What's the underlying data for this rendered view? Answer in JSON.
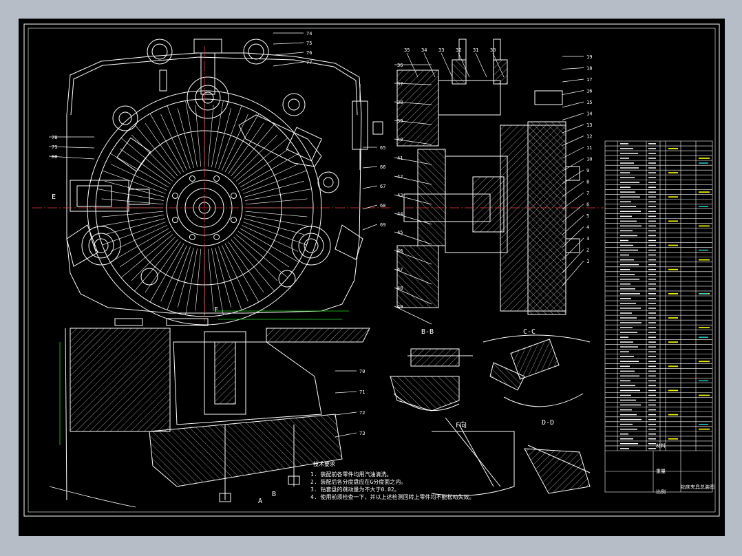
{
  "colors": {
    "frame_outer": "#b6bdc7",
    "sheet": "#000000",
    "line": "#ffffff",
    "center_line": "#f03a3a",
    "dimension": "#22dd22",
    "highlight": "#f0f000",
    "cyan": "#33cccc"
  },
  "views": {
    "section_b": "B-B",
    "section_c": "C-C",
    "section_d": "D-D",
    "view_f": "F向",
    "marker_a": "A",
    "marker_b": "B",
    "marker_e": "E",
    "marker_f": "F"
  },
  "notes": {
    "title": "技术要求",
    "lines": [
      "1. 装配前各零件均用汽油清洗。",
      "2. 装配后各分度盘应在G分度面之内。",
      "3. 钻套盘的跳动量为不大于0.02。",
      "4. 使用前须检查一下，并以上述检测回转上零件均不能松动失效。"
    ]
  },
  "callouts": {
    "front_top": [
      "74",
      "75",
      "76",
      "77"
    ],
    "front_left": [
      "78",
      "79",
      "80"
    ],
    "front_right": [
      "65",
      "66",
      "67",
      "68",
      "69"
    ],
    "side_top": [
      "35",
      "34",
      "33",
      "32",
      "31",
      "30"
    ],
    "side_right": [
      "19",
      "18",
      "17",
      "16",
      "15",
      "14",
      "13",
      "12",
      "11",
      "10",
      "9",
      "8",
      "7",
      "6",
      "5",
      "4",
      "3",
      "2",
      "1"
    ],
    "side_left": [
      "36",
      "37",
      "38",
      "39",
      "40",
      "41",
      "42",
      "43",
      "44",
      "45",
      "46",
      "47",
      "48",
      "49"
    ],
    "bottom_right": [
      "70",
      "71",
      "72",
      "73"
    ]
  },
  "title_block": {
    "label1": "材料",
    "label2": "重量",
    "label3": "比例",
    "drawing_name": "钻床夹具总装图"
  }
}
